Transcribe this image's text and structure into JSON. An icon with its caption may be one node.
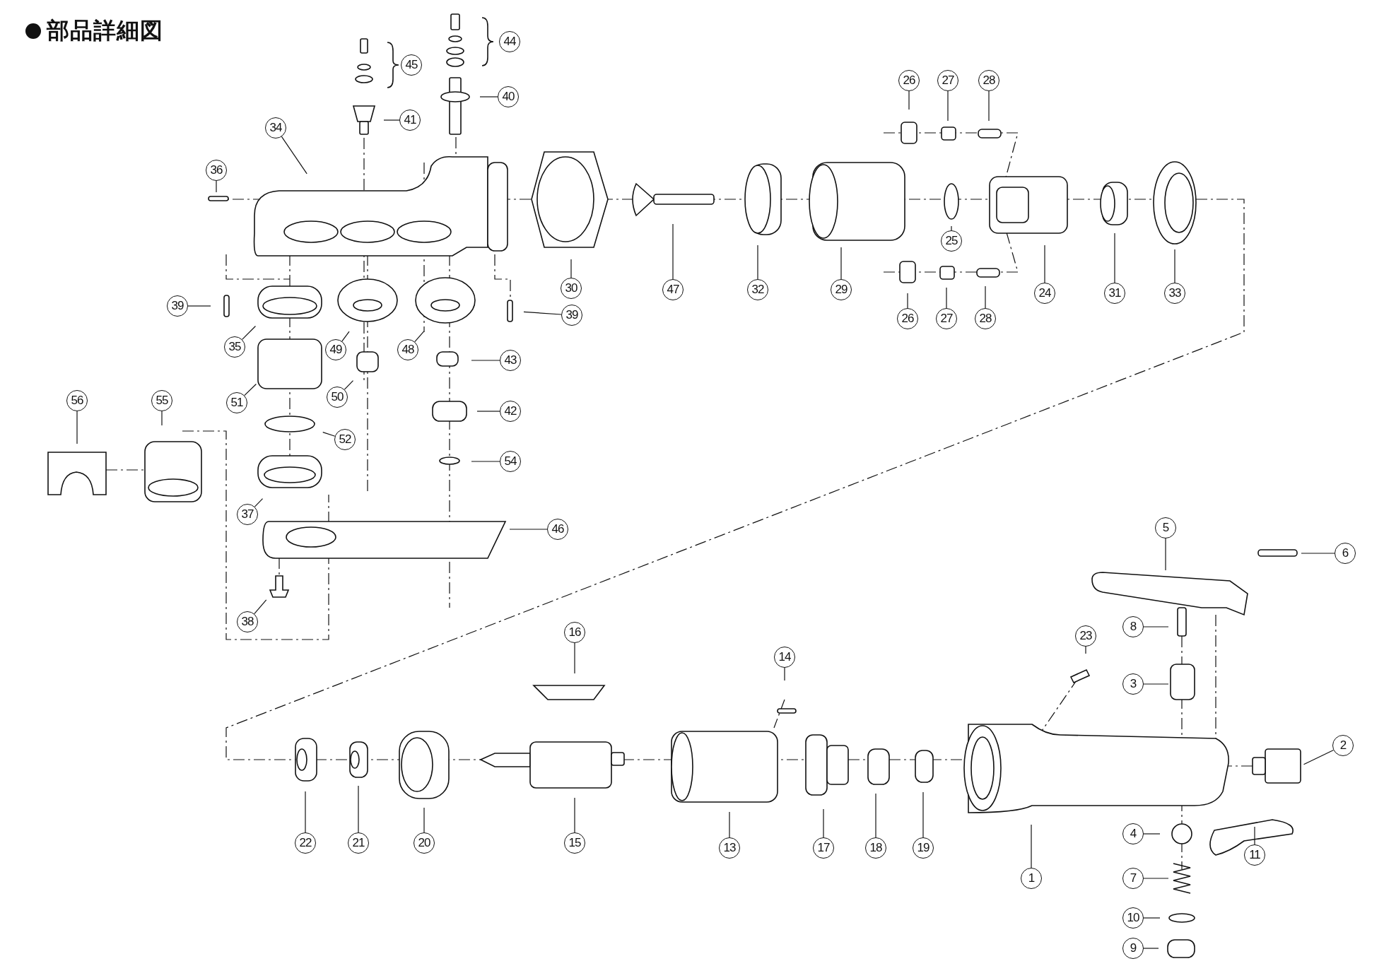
{
  "diagram": {
    "title": "部品詳細図",
    "nodes": [
      {
        "text": [
          "44"
        ]
      },
      {
        "text": [
          "45"
        ]
      },
      {
        "text": [
          "40"
        ]
      },
      {
        "text": [
          "41"
        ]
      },
      {
        "text": [
          "34"
        ]
      },
      {
        "text": [
          "36"
        ]
      },
      {
        "text": [
          "26"
        ]
      },
      {
        "text": [
          "27"
        ]
      },
      {
        "text": [
          "28"
        ]
      },
      {
        "text": [
          "30"
        ]
      },
      {
        "text": [
          "47"
        ]
      },
      {
        "text": [
          "32"
        ]
      },
      {
        "text": [
          "29"
        ]
      },
      {
        "text": [
          "25"
        ]
      },
      {
        "text": [
          "24"
        ]
      },
      {
        "text": [
          "31"
        ]
      },
      {
        "text": [
          "33"
        ]
      },
      {
        "text": [
          "39"
        ]
      },
      {
        "text": [
          "39"
        ]
      },
      {
        "text": [
          "26"
        ]
      },
      {
        "text": [
          "27"
        ]
      },
      {
        "text": [
          "28"
        ]
      },
      {
        "text": [
          "35"
        ]
      },
      {
        "text": [
          "49"
        ]
      },
      {
        "text": [
          "48"
        ]
      },
      {
        "text": [
          "43"
        ]
      },
      {
        "text": [
          "51"
        ]
      },
      {
        "text": [
          "50"
        ]
      },
      {
        "text": [
          "42"
        ]
      },
      {
        "text": [
          "52"
        ]
      },
      {
        "text": [
          "54"
        ]
      },
      {
        "text": [
          "56"
        ]
      },
      {
        "text": [
          "55"
        ]
      },
      {
        "text": [
          "37"
        ]
      },
      {
        "text": [
          "46"
        ]
      },
      {
        "text": [
          "38"
        ]
      },
      {
        "text": [
          "5"
        ]
      },
      {
        "text": [
          "6"
        ]
      },
      {
        "text": [
          "16"
        ]
      },
      {
        "text": [
          "8"
        ]
      },
      {
        "text": [
          "14"
        ]
      },
      {
        "text": [
          "23"
        ]
      },
      {
        "text": [
          "3"
        ]
      },
      {
        "text": [
          "2"
        ]
      },
      {
        "text": [
          "22"
        ]
      },
      {
        "text": [
          "21"
        ]
      },
      {
        "text": [
          "20"
        ]
      },
      {
        "text": [
          "15"
        ]
      },
      {
        "text": [
          "13"
        ]
      },
      {
        "text": [
          "17"
        ]
      },
      {
        "text": [
          "18"
        ]
      },
      {
        "text": [
          "19"
        ]
      },
      {
        "text": [
          "4"
        ]
      },
      {
        "text": [
          "1"
        ]
      },
      {
        "text": [
          "11"
        ]
      },
      {
        "text": [
          "7"
        ]
      },
      {
        "text": [
          "10"
        ]
      },
      {
        "text": [
          "9"
        ]
      }
    ],
    "edges": [
      {
        "from": 2,
        "to": null,
        "arrow": "none"
      },
      {
        "from": 3,
        "to": null,
        "arrow": "none"
      },
      {
        "from": 4,
        "to": null,
        "arrow": "none"
      },
      {
        "from": 5,
        "to": null,
        "arrow": "none"
      },
      {
        "from": 6,
        "to": null,
        "arrow": "none"
      },
      {
        "from": 7,
        "to": null,
        "arrow": "none"
      },
      {
        "from": 8,
        "to": null,
        "arrow": "none"
      },
      {
        "from": 9,
        "to": null,
        "arrow": "none"
      },
      {
        "from": 10,
        "to": null,
        "arrow": "none"
      },
      {
        "from": 11,
        "to": null,
        "arrow": "none"
      },
      {
        "from": 12,
        "to": null,
        "arrow": "none"
      },
      {
        "from": 13,
        "to": null,
        "arrow": "none"
      },
      {
        "from": 14,
        "to": null,
        "arrow": "none"
      },
      {
        "from": 15,
        "to": null,
        "arrow": "none"
      },
      {
        "from": 16,
        "to": null,
        "arrow": "none"
      },
      {
        "from": 17,
        "to": null,
        "arrow": "none"
      },
      {
        "from": 18,
        "to": null,
        "arrow": "none"
      },
      {
        "from": 19,
        "to": null,
        "arrow": "none"
      },
      {
        "from": 20,
        "to": null,
        "arrow": "none"
      },
      {
        "from": 21,
        "to": null,
        "arrow": "none"
      },
      {
        "from": 22,
        "to": null,
        "arrow": "none"
      },
      {
        "from": 23,
        "to": null,
        "arrow": "none"
      },
      {
        "from": 24,
        "to": null,
        "arrow": "none"
      },
      {
        "from": 25,
        "to": null,
        "arrow": "none"
      },
      {
        "from": 26,
        "to": null,
        "arrow": "none"
      },
      {
        "from": 27,
        "to": null,
        "arrow": "none"
      },
      {
        "from": 28,
        "to": null,
        "arrow": "none"
      },
      {
        "from": 29,
        "to": null,
        "arrow": "none"
      },
      {
        "from": 30,
        "to": null,
        "arrow": "none"
      },
      {
        "from": 31,
        "to": null,
        "arrow": "none"
      },
      {
        "from": 32,
        "to": null,
        "arrow": "none"
      },
      {
        "from": 33,
        "to": null,
        "arrow": "none"
      },
      {
        "from": 34,
        "to": null,
        "arrow": "none"
      },
      {
        "from": 35,
        "to": null,
        "arrow": "none"
      },
      {
        "from": 36,
        "to": null,
        "arrow": "none"
      },
      {
        "from": 37,
        "to": null,
        "arrow": "none"
      },
      {
        "from": 38,
        "to": null,
        "arrow": "none"
      },
      {
        "from": 39,
        "to": null,
        "arrow": "none"
      },
      {
        "from": 40,
        "to": null,
        "arrow": "none"
      },
      {
        "from": 41,
        "to": null,
        "arrow": "none"
      },
      {
        "from": 42,
        "to": null,
        "arrow": "none"
      },
      {
        "from": 43,
        "to": null,
        "arrow": "none"
      },
      {
        "from": 44,
        "to": null,
        "arrow": "none"
      },
      {
        "from": 45,
        "to": null,
        "arrow": "none"
      },
      {
        "from": 46,
        "to": null,
        "arrow": "none"
      },
      {
        "from": 47,
        "to": null,
        "arrow": "none"
      },
      {
        "from": 48,
        "to": null,
        "arrow": "none"
      },
      {
        "from": 49,
        "to": null,
        "arrow": "none"
      },
      {
        "from": 50,
        "to": null,
        "arrow": "none"
      },
      {
        "from": 51,
        "to": null,
        "arrow": "none"
      },
      {
        "from": 52,
        "to": null,
        "arrow": "none"
      },
      {
        "from": 53,
        "to": null,
        "arrow": "none"
      },
      {
        "from": 54,
        "to": null,
        "arrow": "none"
      },
      {
        "from": 55,
        "to": null,
        "arrow": "none"
      },
      {
        "from": 56,
        "to": null,
        "arrow": "none"
      },
      {
        "from": 57,
        "to": null,
        "arrow": "none"
      }
    ]
  }
}
